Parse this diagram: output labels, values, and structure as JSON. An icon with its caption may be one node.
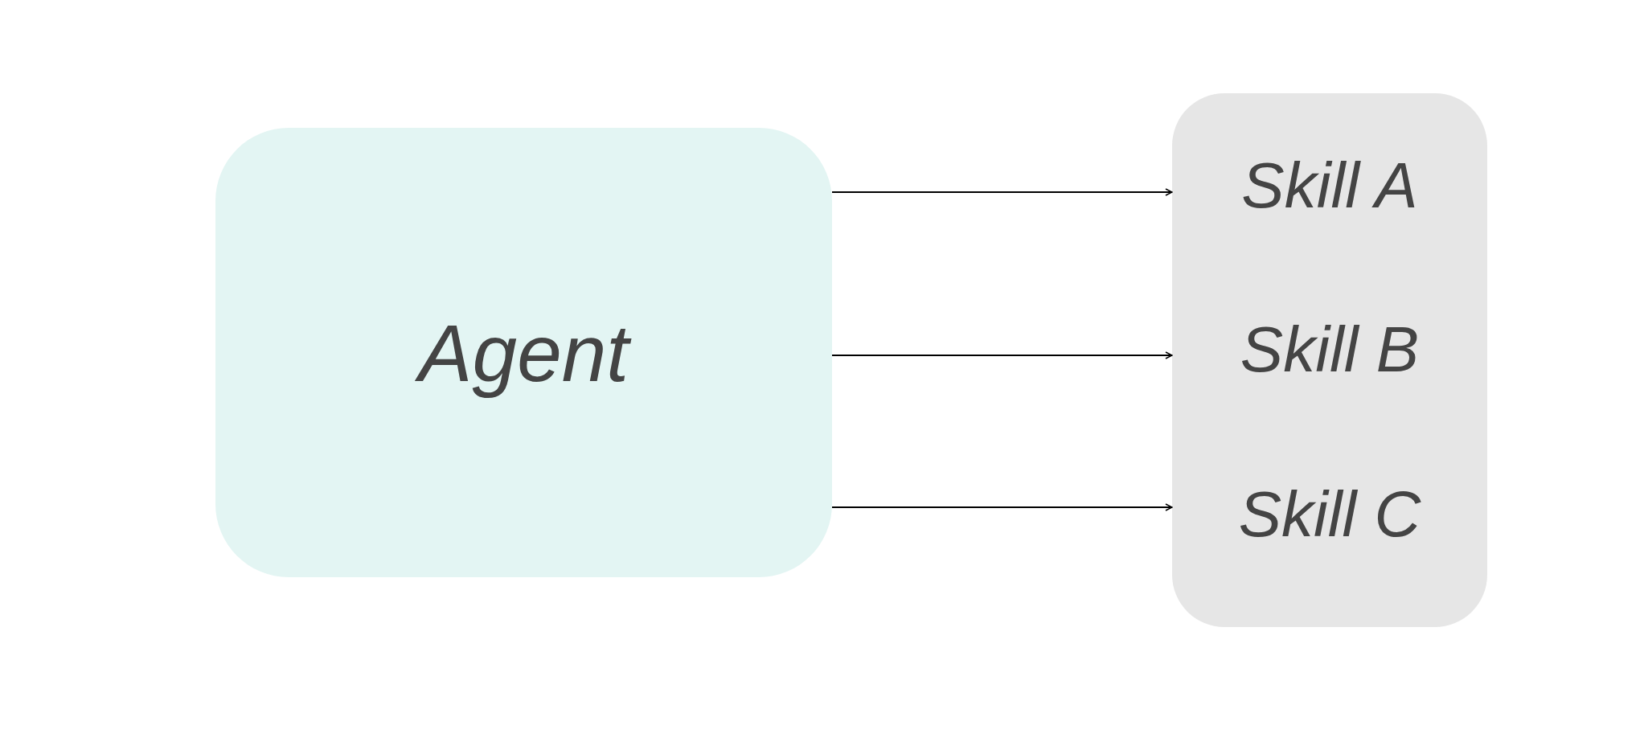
{
  "diagram": {
    "nodes": [
      {
        "text": [
          "Agent"
        ]
      },
      {
        "text": [],
        "shape": "box"
      },
      {
        "text": [
          "Skill A"
        ],
        "in": 1
      },
      {
        "text": [
          "Skill B"
        ],
        "in": 1
      },
      {
        "text": [
          "Skill C"
        ],
        "in": 1
      }
    ],
    "edges": [
      {
        "from": 0,
        "to": 2,
        "arrow": "to"
      },
      {
        "from": 0,
        "to": 3,
        "arrow": "to"
      },
      {
        "from": 0,
        "to": 4,
        "arrow": "to"
      }
    ]
  }
}
